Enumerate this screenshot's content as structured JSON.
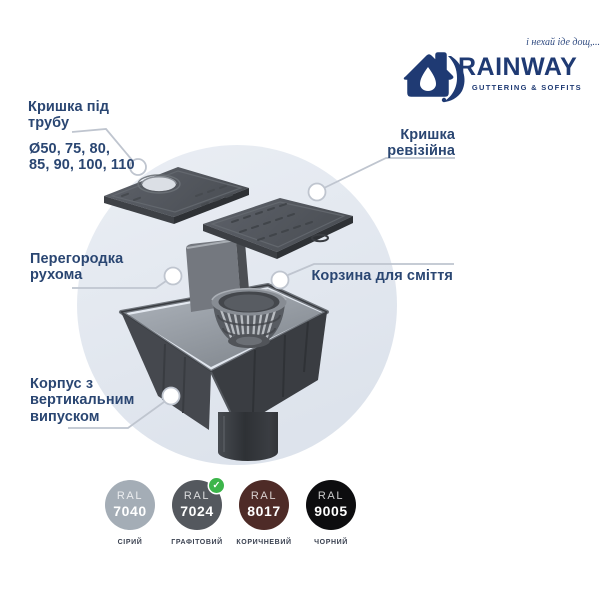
{
  "logo": {
    "tagline": "і нехай іде дощ,...",
    "brand": "RAINWAY",
    "subtitle": "GUTTERING & SOFFITS"
  },
  "callouts": {
    "pipe_cover": {
      "line1": "Кришка під",
      "line2": "трубу"
    },
    "pipe_sizes": {
      "line1": "Ø50, 75, 80,",
      "line2": "85, 90, 100, 110"
    },
    "revision_cover": {
      "line1": "Кришка",
      "line2": "ревізійна"
    },
    "partition": {
      "line1": "Перегородка",
      "line2": "рухома"
    },
    "basket": {
      "line1": "Корзина для сміття"
    },
    "body": {
      "line1": "Корпус з",
      "line2": "вертикальним",
      "line3": "випуском"
    }
  },
  "ral": {
    "brand_label": "RAL",
    "selected_check": "✓",
    "items": [
      {
        "code": "7040",
        "name": "СІРИЙ",
        "hex": "#a4adb6",
        "selected": false
      },
      {
        "code": "7024",
        "name": "ГРАФІТОВИЙ",
        "hex": "#54585e",
        "selected": true
      },
      {
        "code": "8017",
        "name": "КОРИЧНЕВИЙ",
        "hex": "#4e2b27",
        "selected": false
      },
      {
        "code": "9005",
        "name": "ЧОРНИЙ",
        "hex": "#0d0d0f",
        "selected": false
      }
    ]
  },
  "colors": {
    "label_navy": "#2a4672",
    "logo_navy": "#1f3a73",
    "leader_gray": "#bfc5cf",
    "bg_circle": "#e7ebf1",
    "check_green": "#3cb54a"
  }
}
